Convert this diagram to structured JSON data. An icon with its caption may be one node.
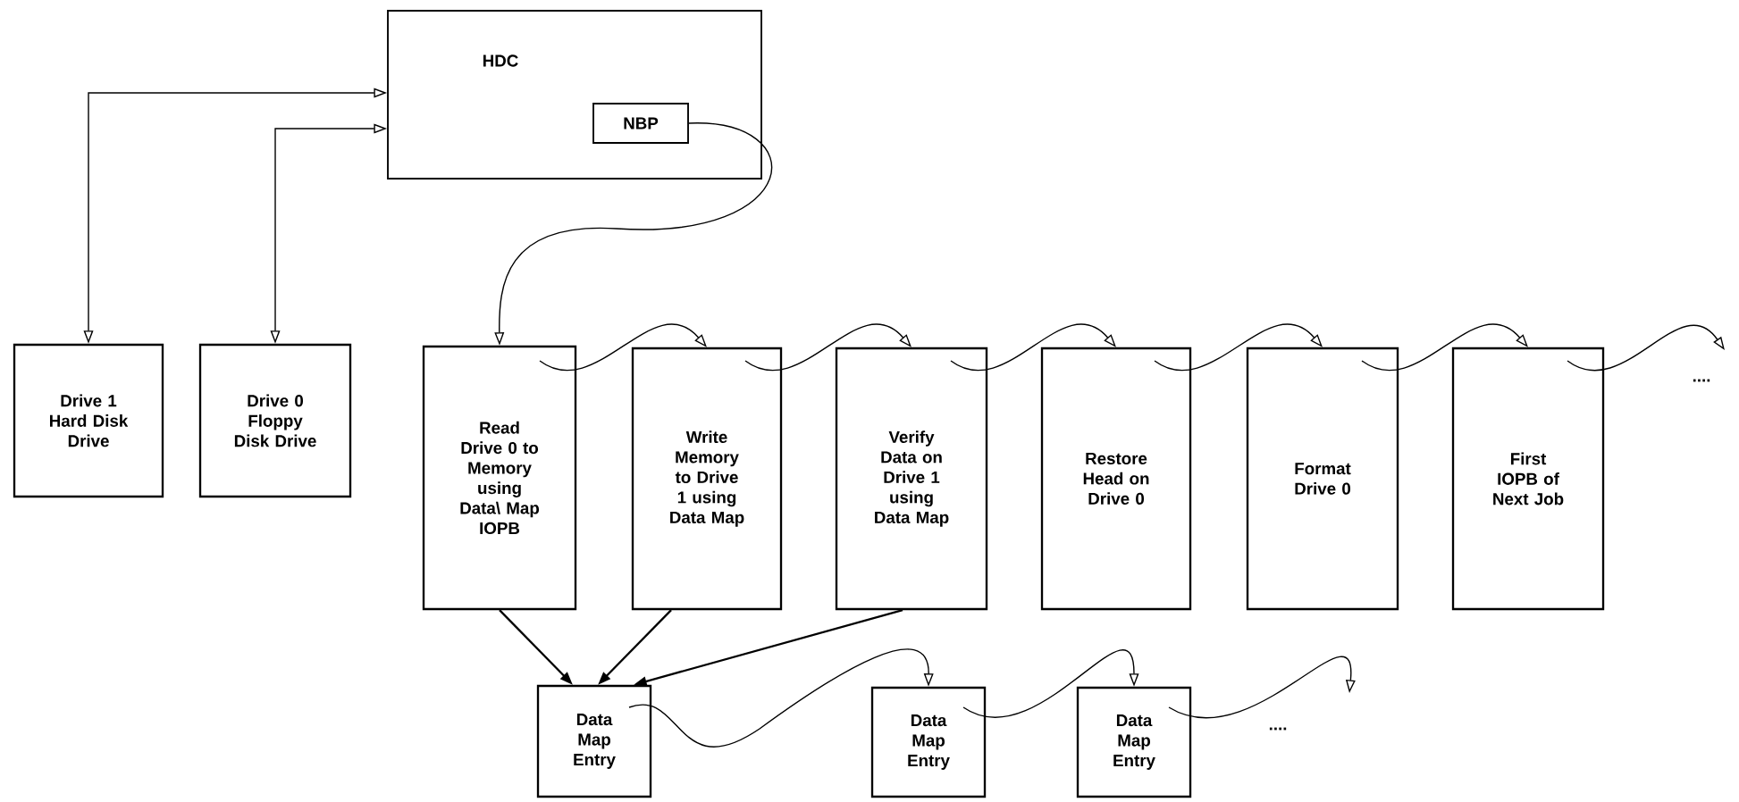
{
  "diagram": {
    "nodes": [
      {
        "text": [
          "HDC"
        ]
      },
      {
        "text": [
          "NBP"
        ],
        "in": 0
      },
      {
        "text": [
          "Drive 1 Hard Disk Drive"
        ]
      },
      {
        "text": [
          "Drive 0 Floppy Disk Drive"
        ]
      },
      {
        "text": [
          "Read Drive 0 to Memory using Data\\ Map IOPB"
        ]
      },
      {
        "text": [
          "Write Memory to Drive 1 using Data Map"
        ]
      },
      {
        "text": [
          "Verify Data on Drive 1 using Data Map"
        ]
      },
      {
        "text": [
          "Restore Head on Drive 0"
        ]
      },
      {
        "text": [
          "Format Drive 0"
        ]
      },
      {
        "text": [
          "First IOPB of Next Job"
        ]
      },
      {
        "text": [
          "Data Map Entry"
        ]
      },
      {
        "text": [
          "Data Map Entry"
        ]
      },
      {
        "text": [
          "Data Map Entry"
        ]
      }
    ],
    "edges": [
      {
        "from": 0,
        "to": 2,
        "arrow": "both"
      },
      {
        "from": 0,
        "to": 3,
        "arrow": "both"
      },
      {
        "from": 1,
        "to": 4,
        "arrow": "to"
      },
      {
        "from": 4,
        "to": 5,
        "arrow": "to"
      },
      {
        "from": 5,
        "to": 6,
        "arrow": "to"
      },
      {
        "from": 6,
        "to": 7,
        "arrow": "to"
      },
      {
        "from": 7,
        "to": 8,
        "arrow": "to"
      },
      {
        "from": 8,
        "to": 9,
        "arrow": "to"
      },
      {
        "from": 9,
        "to": null,
        "arrow": "to"
      },
      {
        "from": 4,
        "to": 10,
        "arrow": "to"
      },
      {
        "from": 5,
        "to": 10,
        "arrow": "to"
      },
      {
        "from": 6,
        "to": 10,
        "arrow": "to"
      },
      {
        "from": 10,
        "to": 11,
        "arrow": "to"
      },
      {
        "from": 11,
        "to": 12,
        "arrow": "to"
      },
      {
        "from": 12,
        "to": null,
        "arrow": "to"
      }
    ],
    "labels": [
      "....",
      "...."
    ]
  }
}
